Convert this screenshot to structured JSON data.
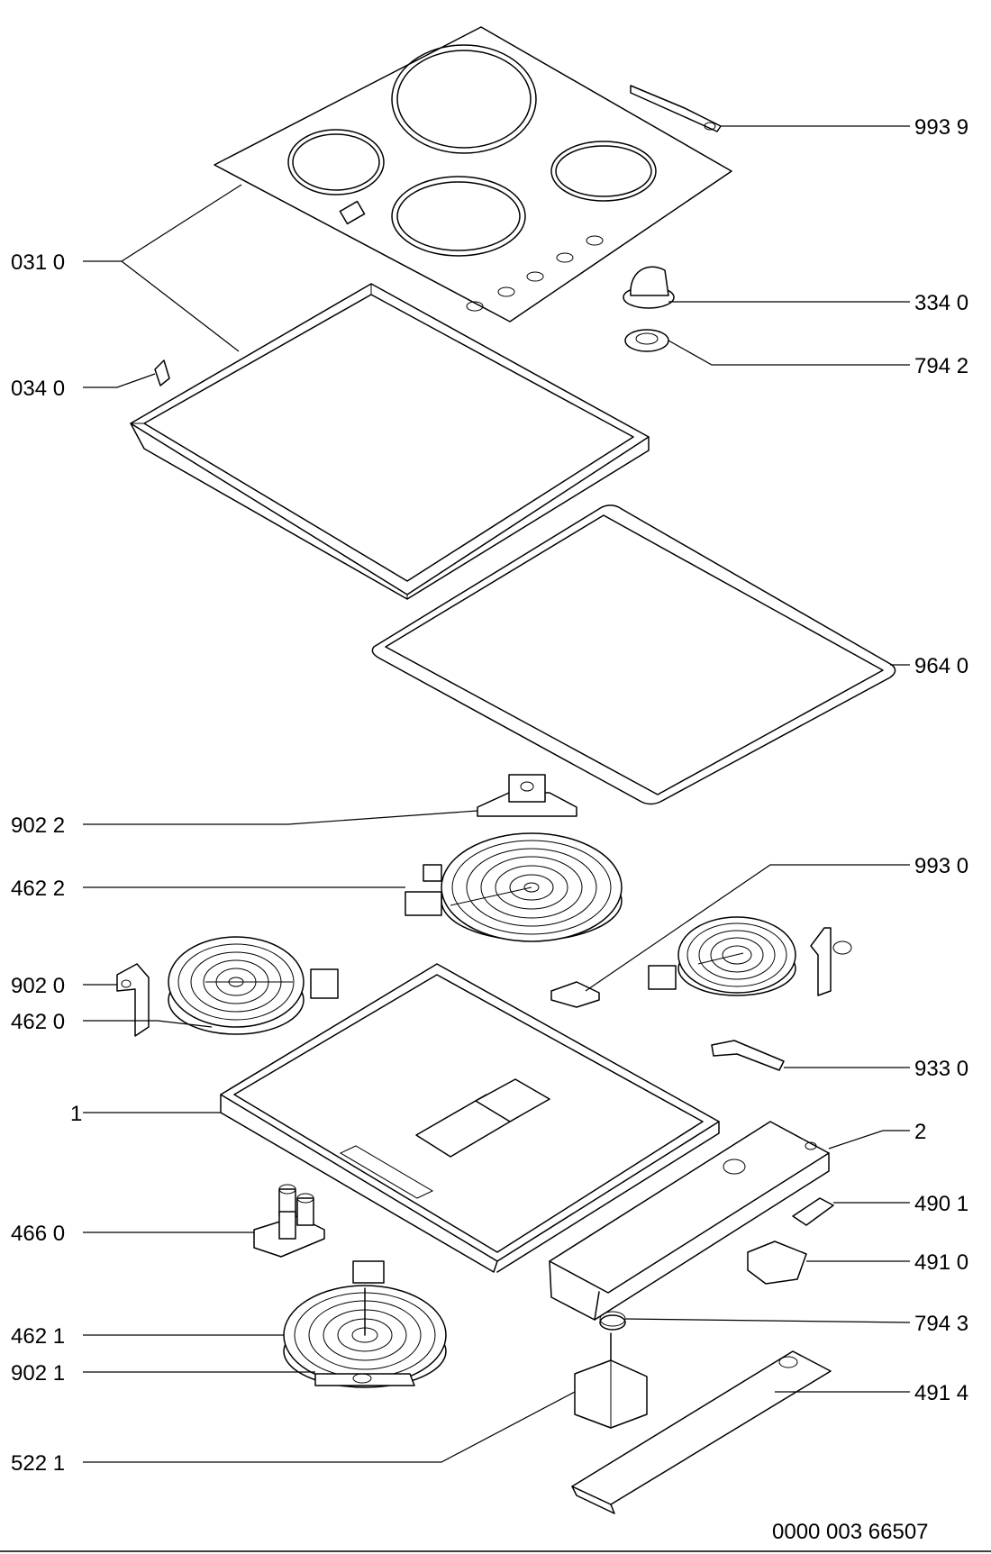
{
  "labels": {
    "p9939": "993 9",
    "p0310": "031 0",
    "p3340": "334 0",
    "p7942": "794 2",
    "p0340": "034 0",
    "p9640": "964 0",
    "p9022": "902 2",
    "p9930": "993 0",
    "p4622": "462 2",
    "p9020": "902 0",
    "p4620": "462 0",
    "p9330": "933 0",
    "p1": "1",
    "p2": "2",
    "p4901": "490 1",
    "p4660": "466 0",
    "p4910": "491 0",
    "p4621": "462 1",
    "p7943": "794 3",
    "p9021": "902 1",
    "p4914": "491 4",
    "p5221": "522 1"
  },
  "document_number": "0000 003 66507"
}
